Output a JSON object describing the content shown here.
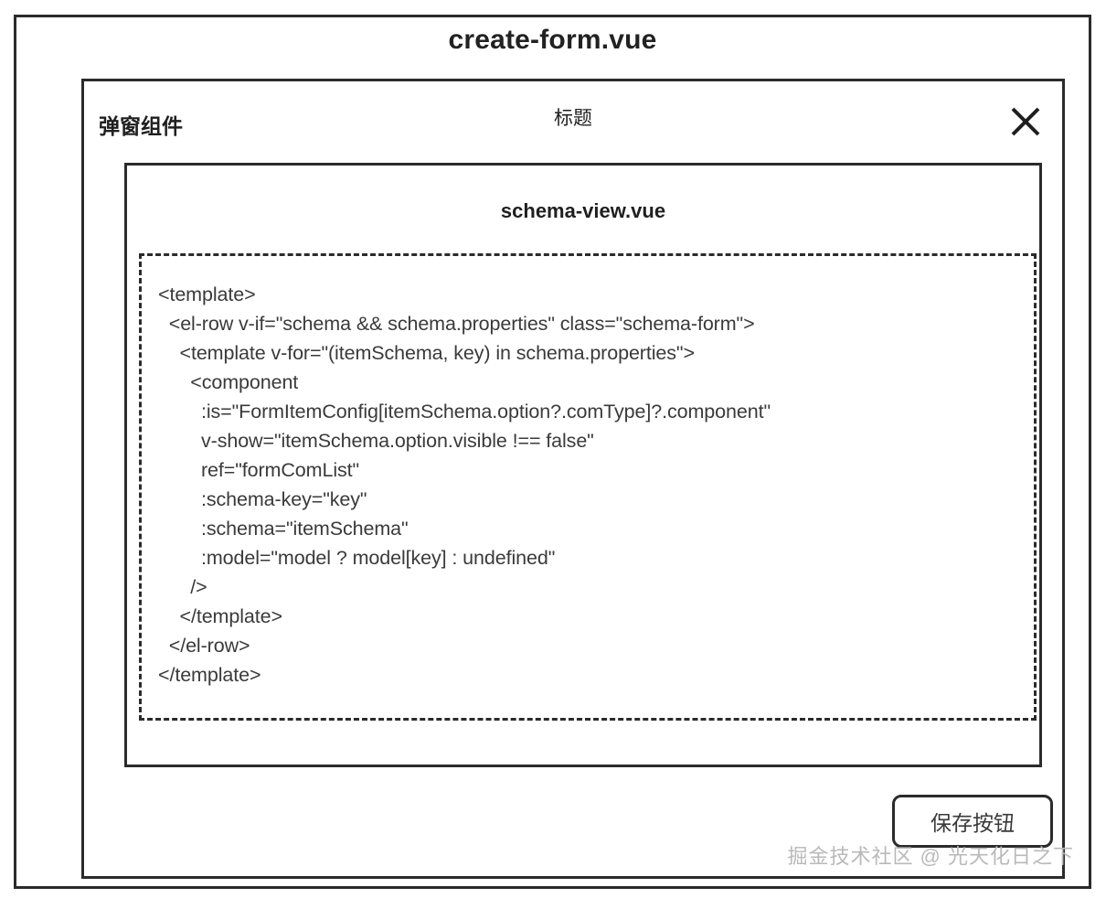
{
  "outer": {
    "title": "create-form.vue"
  },
  "modal": {
    "component_label": "弹窗组件",
    "title": "标题",
    "close_icon": "close-icon",
    "save_button_label": "保存按钮"
  },
  "schema_panel": {
    "title": "schema-view.vue",
    "code": "<template>\n  <el-row v-if=\"schema && schema.properties\" class=\"schema-form\">\n    <template v-for=\"(itemSchema, key) in schema.properties\">\n      <component\n        :is=\"FormItemConfig[itemSchema.option?.comType]?.component\"\n        v-show=\"itemSchema.option.visible !== false\"\n        ref=\"formComList\"\n        :schema-key=\"key\"\n        :schema=\"itemSchema\"\n        :model=\"model ? model[key] : undefined\"\n      />\n    </template>\n  </el-row>\n</template>",
    "code_lines": [
      "<template>",
      "  <el-row v-if=\"schema && schema.properties\" class=\"schema-form\">",
      "    <template v-for=\"(itemSchema, key) in schema.properties\">",
      "      <component",
      "        :is=\"FormItemConfig[itemSchema.option?.comType]?.component\"",
      "        v-show=\"itemSchema.option.visible !== false\"",
      "        ref=\"formComList\"",
      "        :schema-key=\"key\"",
      "        :schema=\"itemSchema\"",
      "        :model=\"model ? model[key] : undefined\"",
      "      />",
      "    </template>",
      "  </el-row>",
      "</template>"
    ]
  },
  "watermark": {
    "text": "掘金技术社区 @ 光天化日之下"
  },
  "colors": {
    "stroke": "#2b2b2b",
    "text": "#1f1f1f",
    "code_text": "#3a3a3a",
    "watermark": "#b9b9b9",
    "background": "#ffffff"
  }
}
